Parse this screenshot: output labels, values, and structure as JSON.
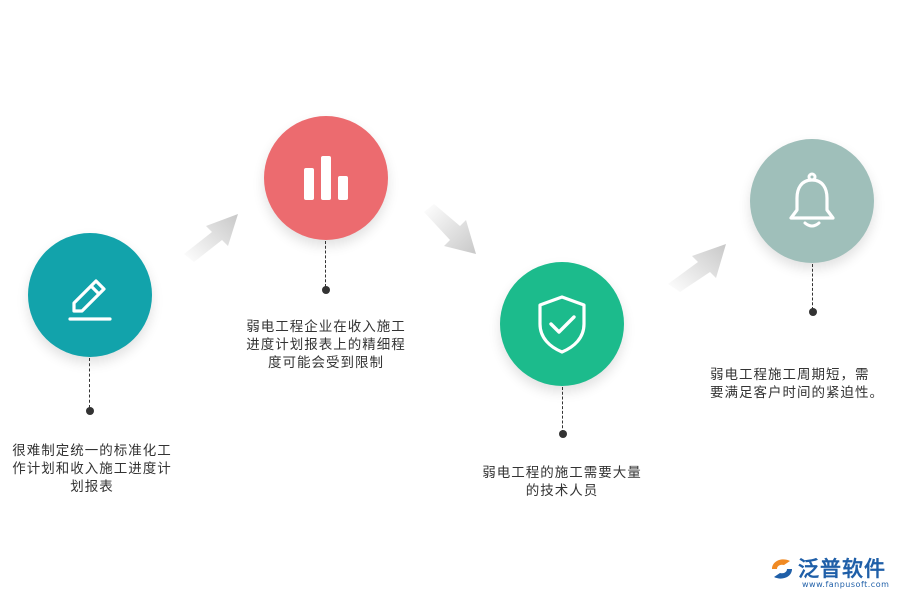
{
  "steps": [
    {
      "caption": "很难制定统一的标准化工\n作计划和收入施工进度计\n划报表",
      "color": "#12a3ab",
      "icon": "pencil-icon"
    },
    {
      "caption": "弱电工程企业在收入施工\n进度计划报表上的精细程\n度可能会受到限制",
      "color": "#ec6b6f",
      "icon": "bar-chart-icon"
    },
    {
      "caption": "弱电工程的施工需要大量\n的技术人员",
      "color": "#1cbb8c",
      "icon": "shield-check-icon"
    },
    {
      "caption": "弱电工程施工周期短，需\n要满足客户时间的紧迫性。",
      "color": "#9fbfba",
      "icon": "bell-icon"
    }
  ],
  "logo": {
    "name": "泛普软件",
    "url": "www.fanpusoft.com",
    "color": "#1f5fa8"
  },
  "colors": {
    "arrow": "#d6d6d6",
    "text": "#333333"
  }
}
